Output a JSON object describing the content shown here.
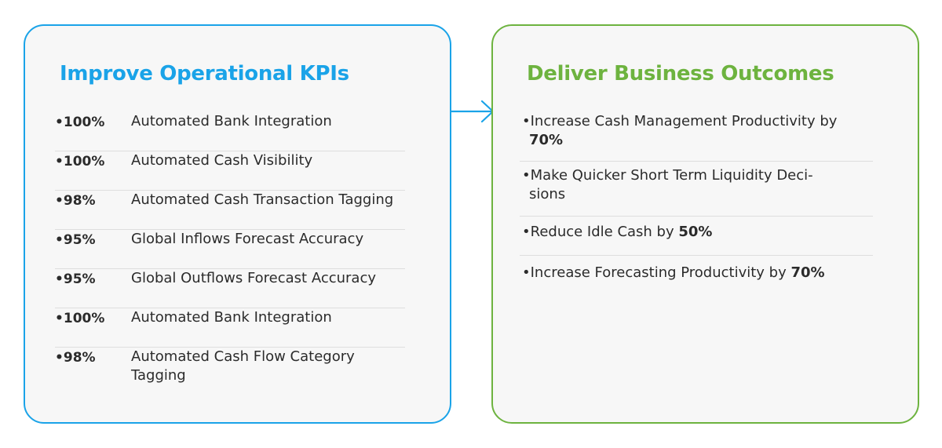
{
  "colors": {
    "left_accent": "#1aa3e8",
    "right_accent": "#6db33f"
  },
  "left_panel": {
    "title": "Improve Operational KPIs",
    "items": [
      {
        "value": "100%",
        "label": "Automated Bank Integration"
      },
      {
        "value": "100%",
        "label": "Automated Cash Visibility"
      },
      {
        "value": "98%",
        "label": "Automated Cash Transaction Tagging"
      },
      {
        "value": "95%",
        "label": "Global Inflows Forecast Accuracy"
      },
      {
        "value": "95%",
        "label": "Global Outflows Forecast Accuracy"
      },
      {
        "value": "100%",
        "label": "Automated Bank Integration"
      },
      {
        "value": "98%",
        "label": "Automated Cash Flow Category Tagging"
      }
    ]
  },
  "right_panel": {
    "title": "Deliver Business Outcomes",
    "items": [
      {
        "prefix": "Increase Cash Management Productivity by ",
        "highlight": "70%"
      },
      {
        "prefix": "Make Quicker Short Term Liquidity Deci-sions",
        "highlight": ""
      },
      {
        "prefix": "Reduce Idle Cash by ",
        "highlight": "50%"
      },
      {
        "prefix": "Increase Forecasting Productivity by ",
        "highlight": "70%"
      }
    ]
  },
  "connector": {
    "icon": "arrow-right-icon"
  }
}
